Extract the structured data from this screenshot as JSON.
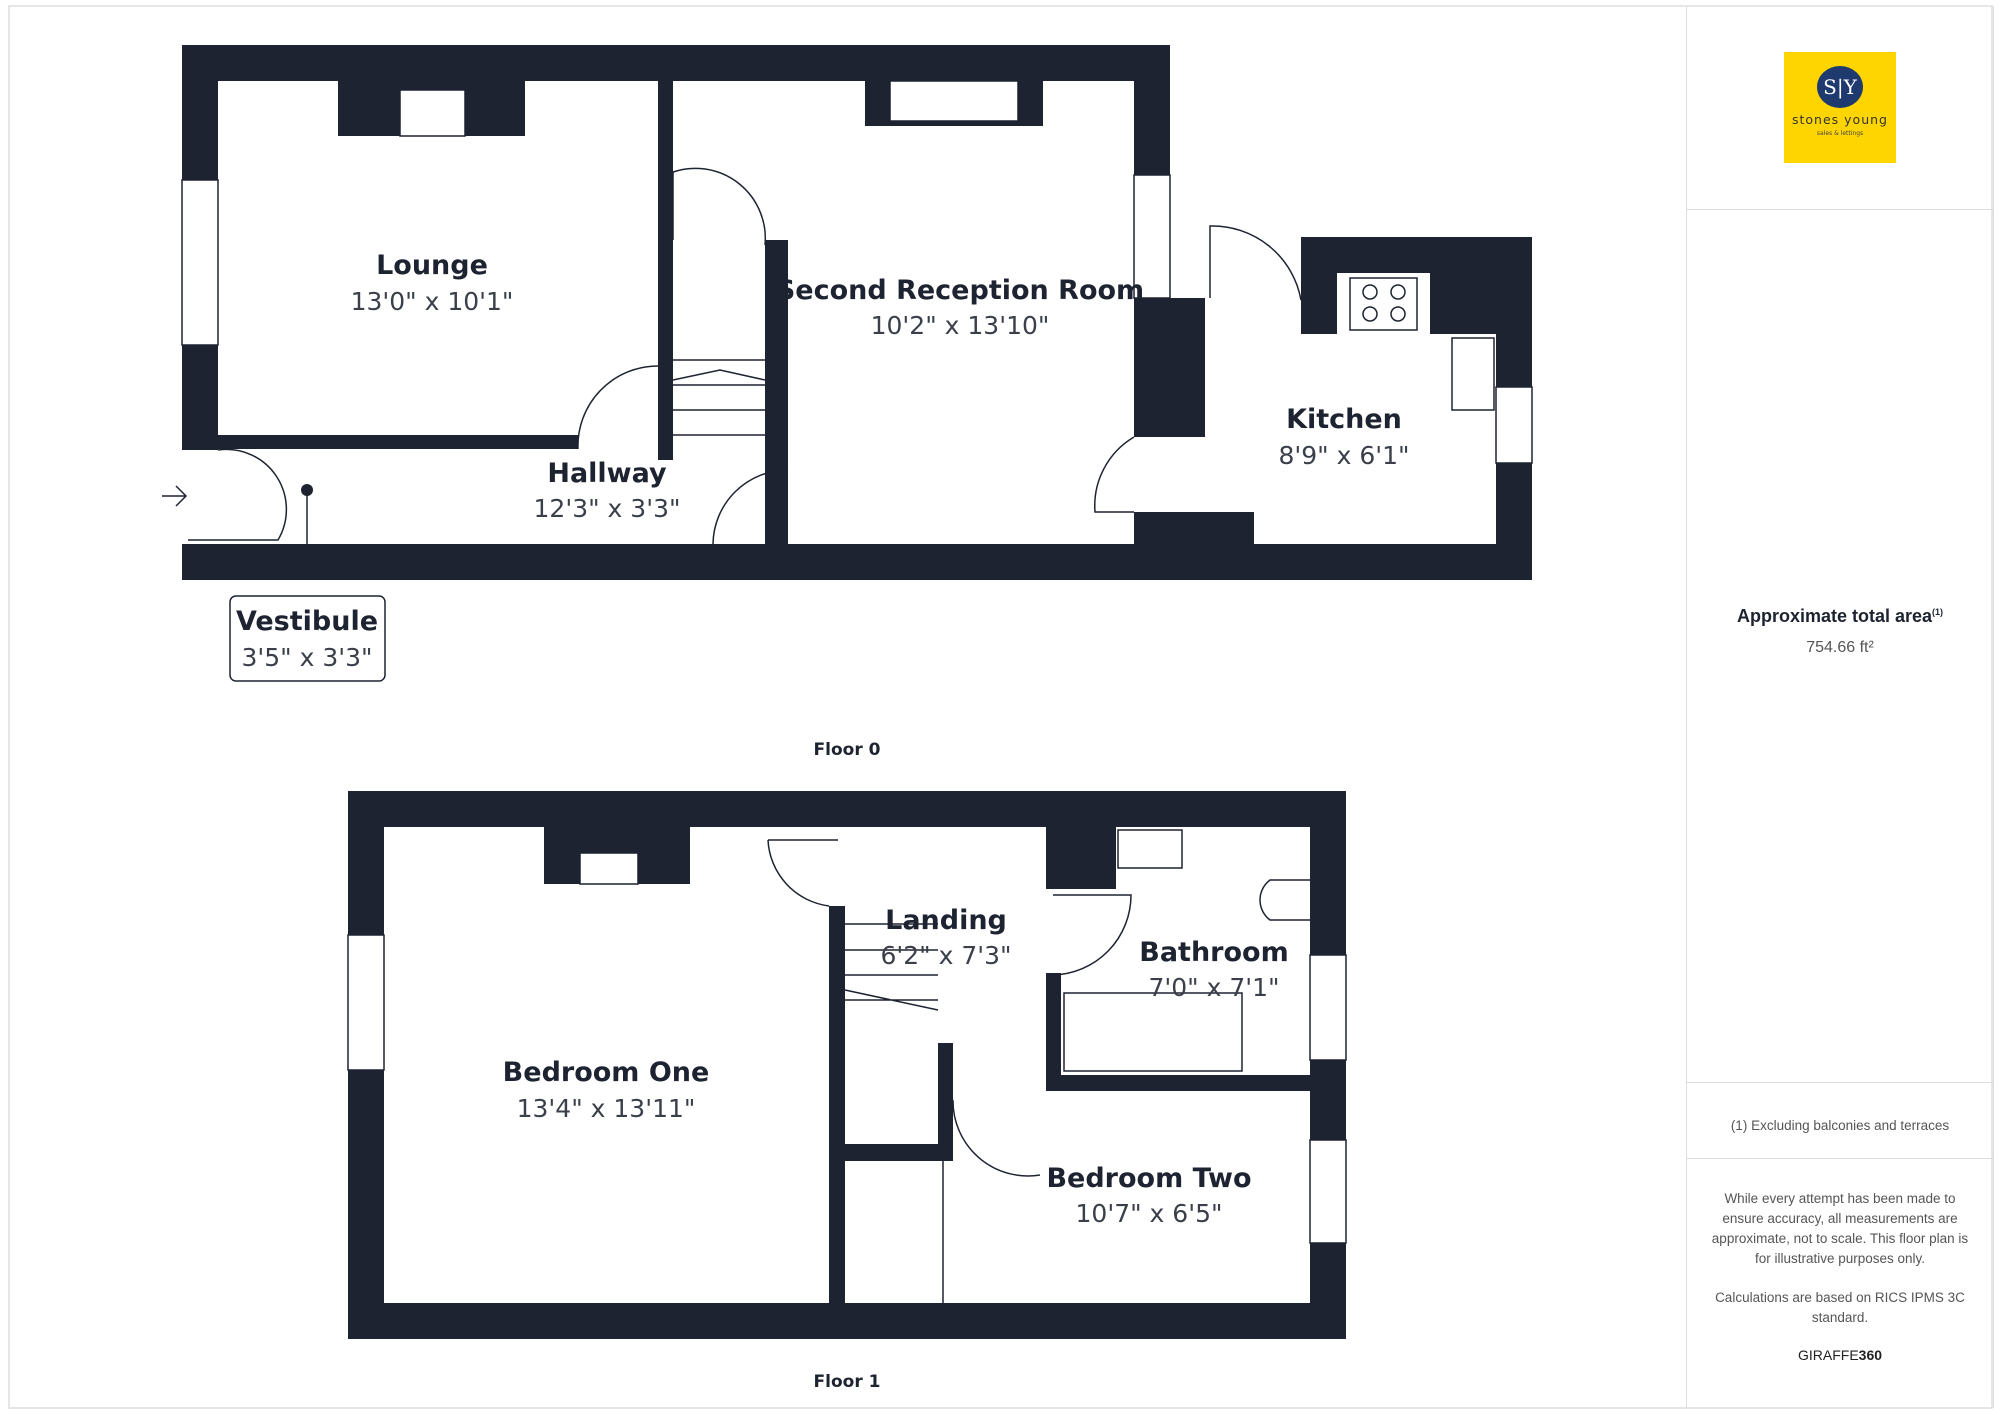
{
  "floors": [
    {
      "label": "Floor 0",
      "rooms": [
        {
          "name": "Lounge",
          "dims": "13'0\" x 10'1\""
        },
        {
          "name": "Second Reception Room",
          "dims": "10'2\" x 13'10\""
        },
        {
          "name": "Hallway",
          "dims": "12'3\" x 3'3\""
        },
        {
          "name": "Kitchen",
          "dims": "8'9\" x 6'1\""
        },
        {
          "name": "Vestibule",
          "dims": "3'5\" x 3'3\""
        }
      ]
    },
    {
      "label": "Floor 1",
      "rooms": [
        {
          "name": "Landing",
          "dims": "6'2\" x 7'3\""
        },
        {
          "name": "Bathroom",
          "dims": "7'0\" x 7'1\""
        },
        {
          "name": "Bedroom One",
          "dims": "13'4\" x 13'11\""
        },
        {
          "name": "Bedroom Two",
          "dims": "10'7\" x 6'5\""
        }
      ]
    }
  ],
  "logo": {
    "monogram": "S|Y",
    "name": "stones young",
    "tagline": "sales & lettings",
    "bg": "#ffd500",
    "circle": "#1e3a6e"
  },
  "area": {
    "label": "Approximate total area",
    "superscript": "(1)",
    "value": "754.66 ft²"
  },
  "footnote": "(1) Excluding balconies and terraces",
  "disclaimer": "While every attempt has been made to ensure accuracy, all measurements are approximate, not to scale. This floor plan is for illustrative purposes only.",
  "calculations": "Calculations are based on RICS IPMS 3C standard.",
  "brand": {
    "prefix": "GIRAFFE",
    "suffix": "360"
  },
  "colors": {
    "wall": "#1d2330"
  }
}
